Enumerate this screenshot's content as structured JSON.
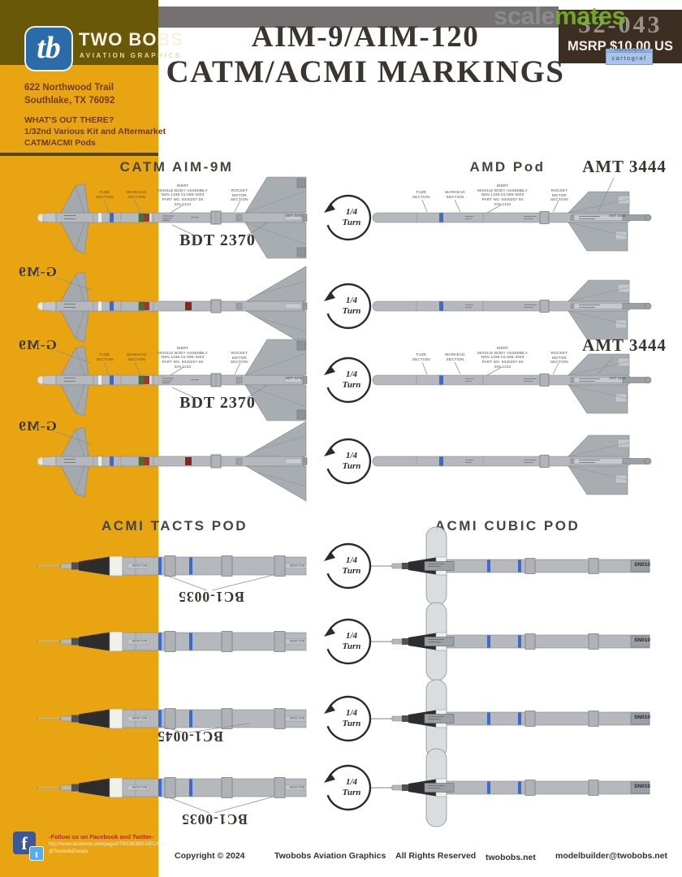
{
  "header": {
    "title_line1": "AIM-9/AIM-120",
    "title_line2": "CATM/ACMI MARKINGS",
    "sheet_number": "32-043",
    "msrp": "MSRP $10.00 US",
    "watermark_part1": "scale",
    "watermark_part2": "mates",
    "cartograf_line1": "PRINTED IN ITALY BY",
    "cartograf_line2": "cartograf"
  },
  "sidebar": {
    "logo_monogram": "tb",
    "brand_name": "TWO BOBS",
    "brand_tagline": "AVIATION GRAPHICS",
    "address_line1": "622 Northwood Trail",
    "address_line2": "Southlake, TX 76092",
    "subject_heading": "WHAT'S OUT THERE?",
    "subject_line1": "1/32nd Various Kit and Aftermarket",
    "subject_line2": "CATM/ACMI Pods",
    "follow_heading": "-Follow us on Facebook and Twitter-",
    "follow_url": "http://www.facebook.com/pages/TWOBOBS-DECALS",
    "follow_handle": "@TwobobsDecals"
  },
  "sections": {
    "catm_aim9m": "CATM AIM-9M",
    "amd_pod": "AMD Pod",
    "acmi_tacts": "ACMI TACTS POD",
    "acmi_cubic": "ACMI CUBIC POD"
  },
  "callouts": {
    "fuze": "FUZE\nSECTION",
    "warhead": "WARHEAD\nSECTION",
    "missile_body": "INERT\nMISSILE BODY ASSEMBLY\nNSN 1336-01-085-3003\nPART NO. 9340207-00\nS/N 1234",
    "rocket_motor": "ROCKET\nMOTOR\nSECTION"
  },
  "labels": {
    "quarter_fraction": "1/4",
    "quarter_word": "Turn",
    "bdt": "BDT 2370",
    "amt": "AMT 3444",
    "aim9_mirror": "G-M9",
    "bc1_0035": "BC1-0035",
    "bc1_0045": "BC1-0045",
    "sn010": "SN010"
  },
  "social": {
    "facebook_glyph": "f",
    "twitter_glyph": "t"
  },
  "footer": {
    "copyright": "Copyright © 2024",
    "company": "Twobobs Aviation Graphics",
    "rights": "All Rights Reserved",
    "website": "twobobs.net",
    "email": "modelbuilder@twobobs.net"
  }
}
